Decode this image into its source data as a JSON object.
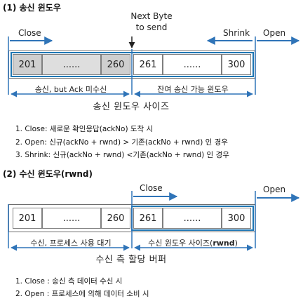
{
  "send_section": {
    "heading": "(1) 송신 윈도우",
    "next_byte_label": "Next Byte\nto send",
    "close_label": "Close",
    "shrink_label": "Shrink",
    "open_label": "Open",
    "cells": [
      "201",
      "......",
      "260",
      "261",
      "......",
      "300"
    ],
    "left_brace_label": "송신, but Ack 미수신",
    "right_brace_label": "잔여 송신 가능 윈도우",
    "window_size_label": "송신 윈도우 사이즈",
    "notes": [
      "1. Close: 새로운 확인응답(ackNo) 도착 시",
      "2. Open: 신규(ackNo + rwnd) > 기존(ackNo + rwnd) 인 경우",
      "3. Shrink: 신규(ackNo + rwnd) <기존(ackNo + rwnd) 인 경우"
    ]
  },
  "recv_section": {
    "heading": "(2) 수신 윈도우(rwnd)",
    "close_label": "Close",
    "open_label": "Open",
    "cells": [
      "201",
      "......",
      "260",
      "261",
      "......",
      "300"
    ],
    "left_brace_label": "수신, 프로세스 사용 대기",
    "right_brace_label_main": "수신 윈도우 사이즈(",
    "right_brace_label_bold": "rwnd",
    "right_brace_label_end": ")",
    "buffer_label": "수신 측 할당 버퍼",
    "notes": [
      "1. Close : 송신 측 데이터 수신 시",
      "2. Open : 프로세스에 의해 데이터 소비 시"
    ]
  },
  "colors": {
    "arrow_blue": "#2f74b8",
    "window_border_blue": "#1f77b4",
    "cell_gray": "#cfcfcf",
    "cell_light_gray": "#dedede"
  }
}
